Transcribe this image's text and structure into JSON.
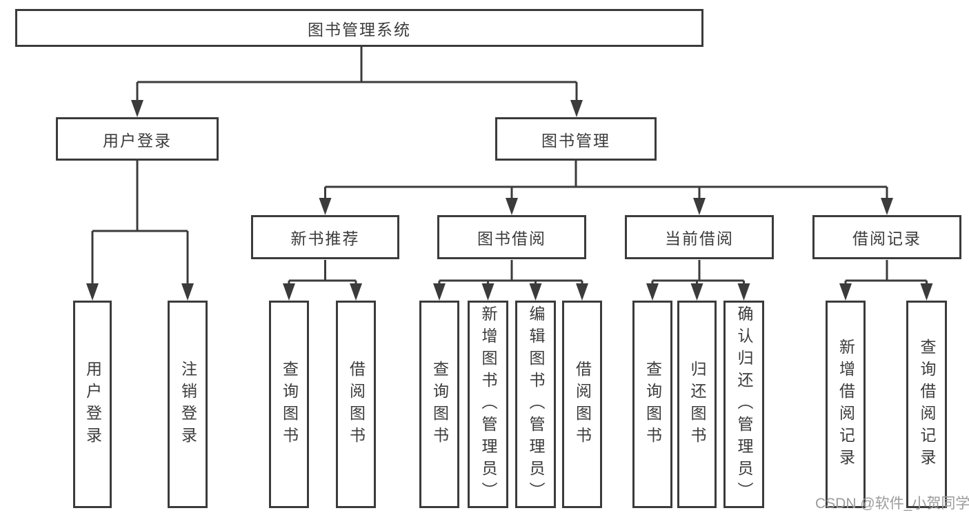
{
  "tree": {
    "root": "图书管理系统",
    "user_branch": {
      "label": "用户登录",
      "children": [
        "用户登录",
        "注销登录"
      ]
    },
    "book_branch": {
      "label": "图书管理",
      "sections": [
        {
          "label": "新书推荐",
          "children": [
            "查询图书",
            "借阅图书"
          ]
        },
        {
          "label": "图书借阅",
          "children": [
            "查询图书",
            "新增图书（管理员）",
            "编辑图书（管理员）",
            "借阅图书"
          ]
        },
        {
          "label": "当前借阅",
          "children": [
            "查询图书",
            "归还图书",
            "确认归还（管理员）"
          ]
        },
        {
          "label": "借阅记录",
          "children": [
            "新增借阅记录",
            "查询借阅记录"
          ]
        }
      ]
    }
  },
  "watermark": "CSDN @软件_小贺同学",
  "colors": {
    "line": "#3b3b3b",
    "box_fill": "#ffffff",
    "text": "#3b3b3b",
    "watermark_text": "#9b9b9b",
    "background": "#ffffff"
  }
}
